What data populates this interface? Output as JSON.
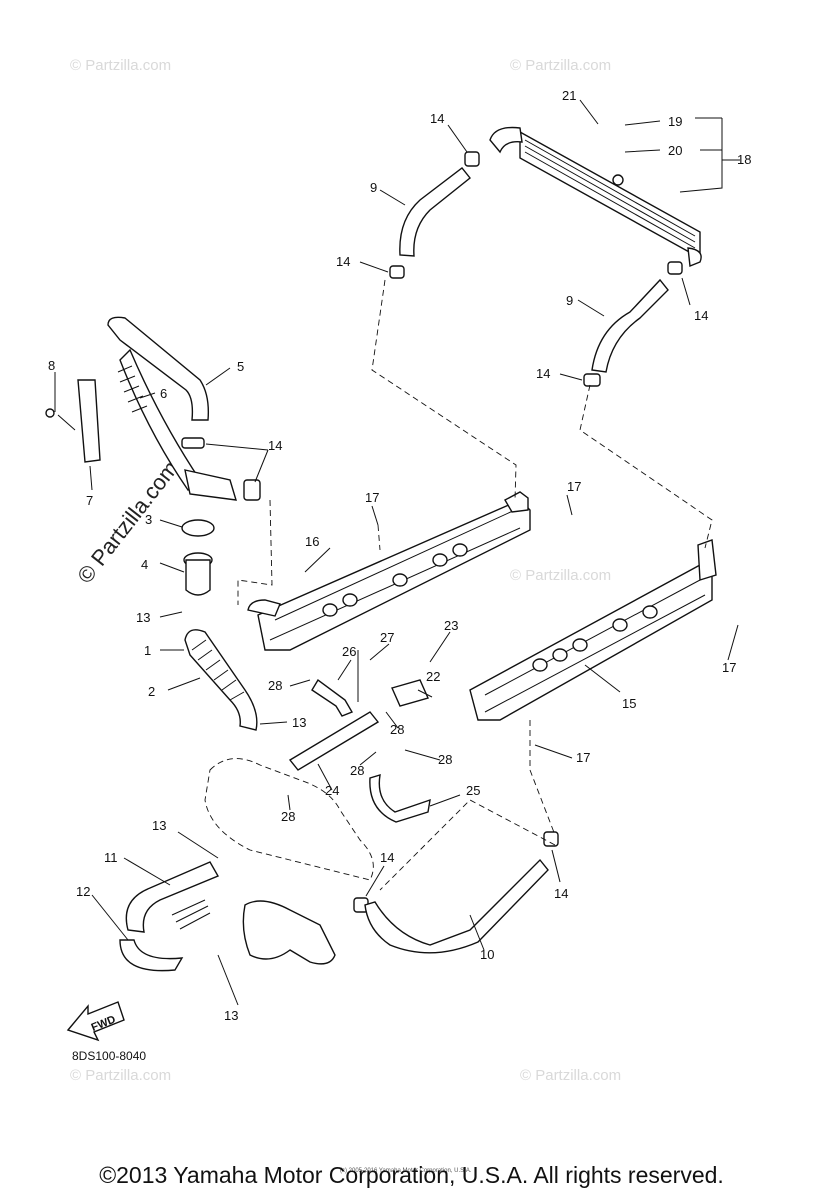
{
  "diagram": {
    "callouts": {
      "c1": "1",
      "c2": "2",
      "c3": "3",
      "c4": "4",
      "c5": "5",
      "c6": "6",
      "c7": "7",
      "c8": "8",
      "c9a": "9",
      "c9b": "9",
      "c10": "10",
      "c11": "11",
      "c12": "12",
      "c13a": "13",
      "c13b": "13",
      "c13c": "13",
      "c13d": "13",
      "c14a": "14",
      "c14b": "14",
      "c14c": "14",
      "c14d": "14",
      "c14e": "14",
      "c14f": "14",
      "c14g": "14",
      "c15": "15",
      "c16": "16",
      "c17a": "17",
      "c17b": "17",
      "c17c": "17",
      "c17d": "17",
      "c18": "18",
      "c19": "19",
      "c20": "20",
      "c21": "21",
      "c22": "22",
      "c23": "23",
      "c24": "24",
      "c25": "25",
      "c26": "26",
      "c27": "27",
      "c28a": "28",
      "c28b": "28",
      "c28c": "28",
      "c28d": "28",
      "c28e": "28"
    },
    "fwd_label": "FWD",
    "diagram_code": "8DS100-8040",
    "watermark": "© Partzilla.com",
    "watermark_small": "© Partzilla.com",
    "tiny_notice": "(c) 2005-2016 Yamaha Motor Corporation, U.S.A."
  },
  "footer": {
    "copyright": "©2013 Yamaha Motor Corporation, U.S.A. All rights reserved."
  }
}
